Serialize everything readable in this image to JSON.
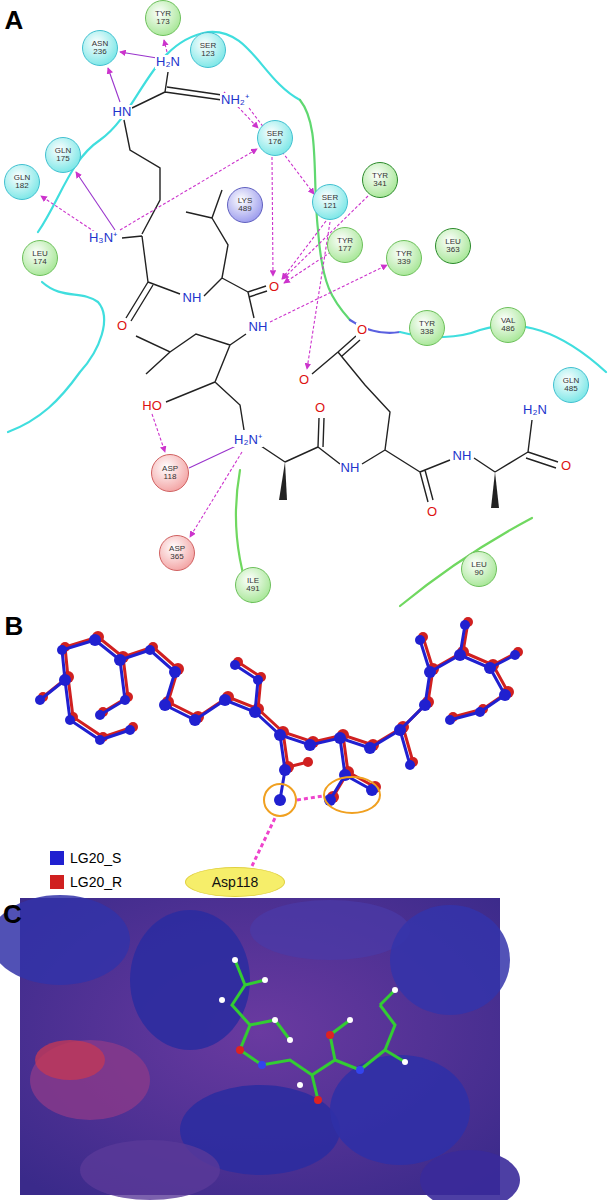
{
  "diagram": {
    "nodes": [
      {
        "text": [
          "TYR 173"
        ]
      },
      {
        "text": [
          "ASN 236"
        ]
      },
      {
        "text": [
          "SER 123"
        ]
      },
      {
        "text": [
          "SER 176"
        ]
      },
      {
        "text": [
          "GLN 175"
        ]
      },
      {
        "text": [
          "GLN 182"
        ]
      },
      {
        "text": [
          "TYR 341"
        ]
      },
      {
        "text": [
          "LYS 489"
        ]
      },
      {
        "text": [
          "SER 121"
        ]
      },
      {
        "text": [
          "TYR 177"
        ]
      },
      {
        "text": [
          "LEU 363"
        ]
      },
      {
        "text": [
          "TYR 339"
        ]
      },
      {
        "text": [
          "LEU 174"
        ]
      },
      {
        "text": [
          "TYR 338"
        ]
      },
      {
        "text": [
          "VAL 486"
        ]
      },
      {
        "text": [
          "GLN 485"
        ]
      },
      {
        "text": [
          "ASP 118"
        ]
      },
      {
        "text": [
          "ASP 365"
        ]
      },
      {
        "text": [
          "ILE 491"
        ]
      },
      {
        "text": [
          "LEU 90"
        ]
      },
      {
        "text": [
          "Asp118"
        ]
      }
    ],
    "labels": [
      "A",
      "H₂N",
      "HN",
      "NH₂⁺",
      "H₃N⁺",
      "O",
      "NH",
      "O",
      "NH",
      "HO",
      "H₂N⁺",
      "O",
      "O",
      "O",
      "NH",
      "O",
      "NH",
      "H₂N",
      "O",
      "B",
      "C"
    ],
    "legend": [
      {
        "text": "LG20_S",
        "color": "#2020d0"
      },
      {
        "text": "LG20_R",
        "color": "#d02020"
      }
    ]
  }
}
